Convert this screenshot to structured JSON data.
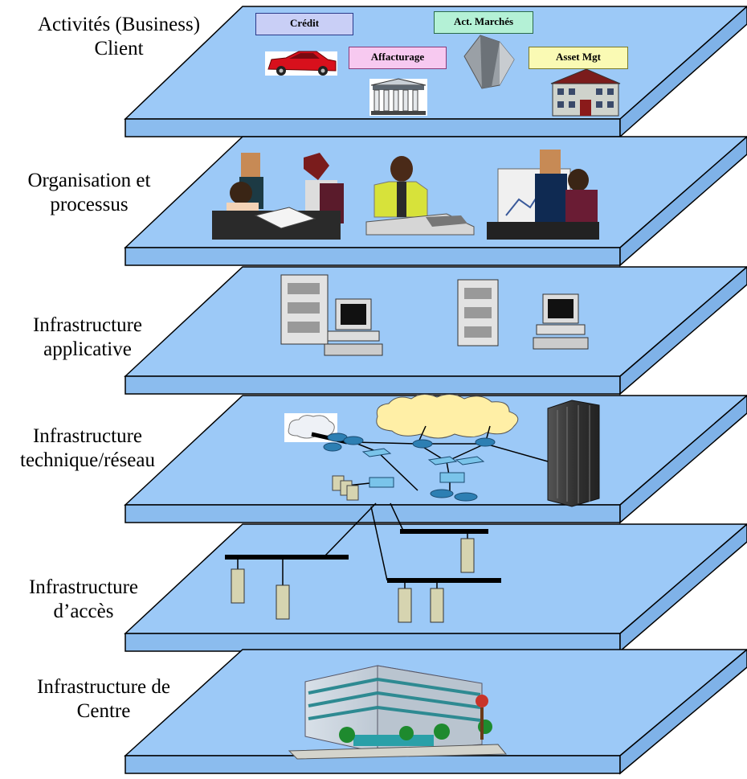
{
  "layers": [
    {
      "label_line1": "Activités (Business)",
      "label_line2": "Client"
    },
    {
      "label_line1": "Organisation et",
      "label_line2": "processus"
    },
    {
      "label_line1": "Infrastructure",
      "label_line2": "applicative"
    },
    {
      "label_line1": "Infrastructure",
      "label_line2": "technique/réseau"
    },
    {
      "label_line1": "Infrastructure",
      "label_line2": "d’accès"
    },
    {
      "label_line1": "Infrastructure de",
      "label_line2": "Centre"
    }
  ],
  "business_tags": {
    "credit": "Crédit",
    "marches": "Act. Marchés",
    "affacturage": "Affacturage",
    "asset": "Asset Mgt"
  },
  "colors": {
    "plate_top": "#9cc9f7",
    "plate_side": "#8bbcee",
    "outline": "#000000",
    "tag_credit": "#c9cff6",
    "tag_marches": "#b4f1d6",
    "tag_affacturage": "#f7c9f0",
    "tag_asset": "#fafab4"
  }
}
